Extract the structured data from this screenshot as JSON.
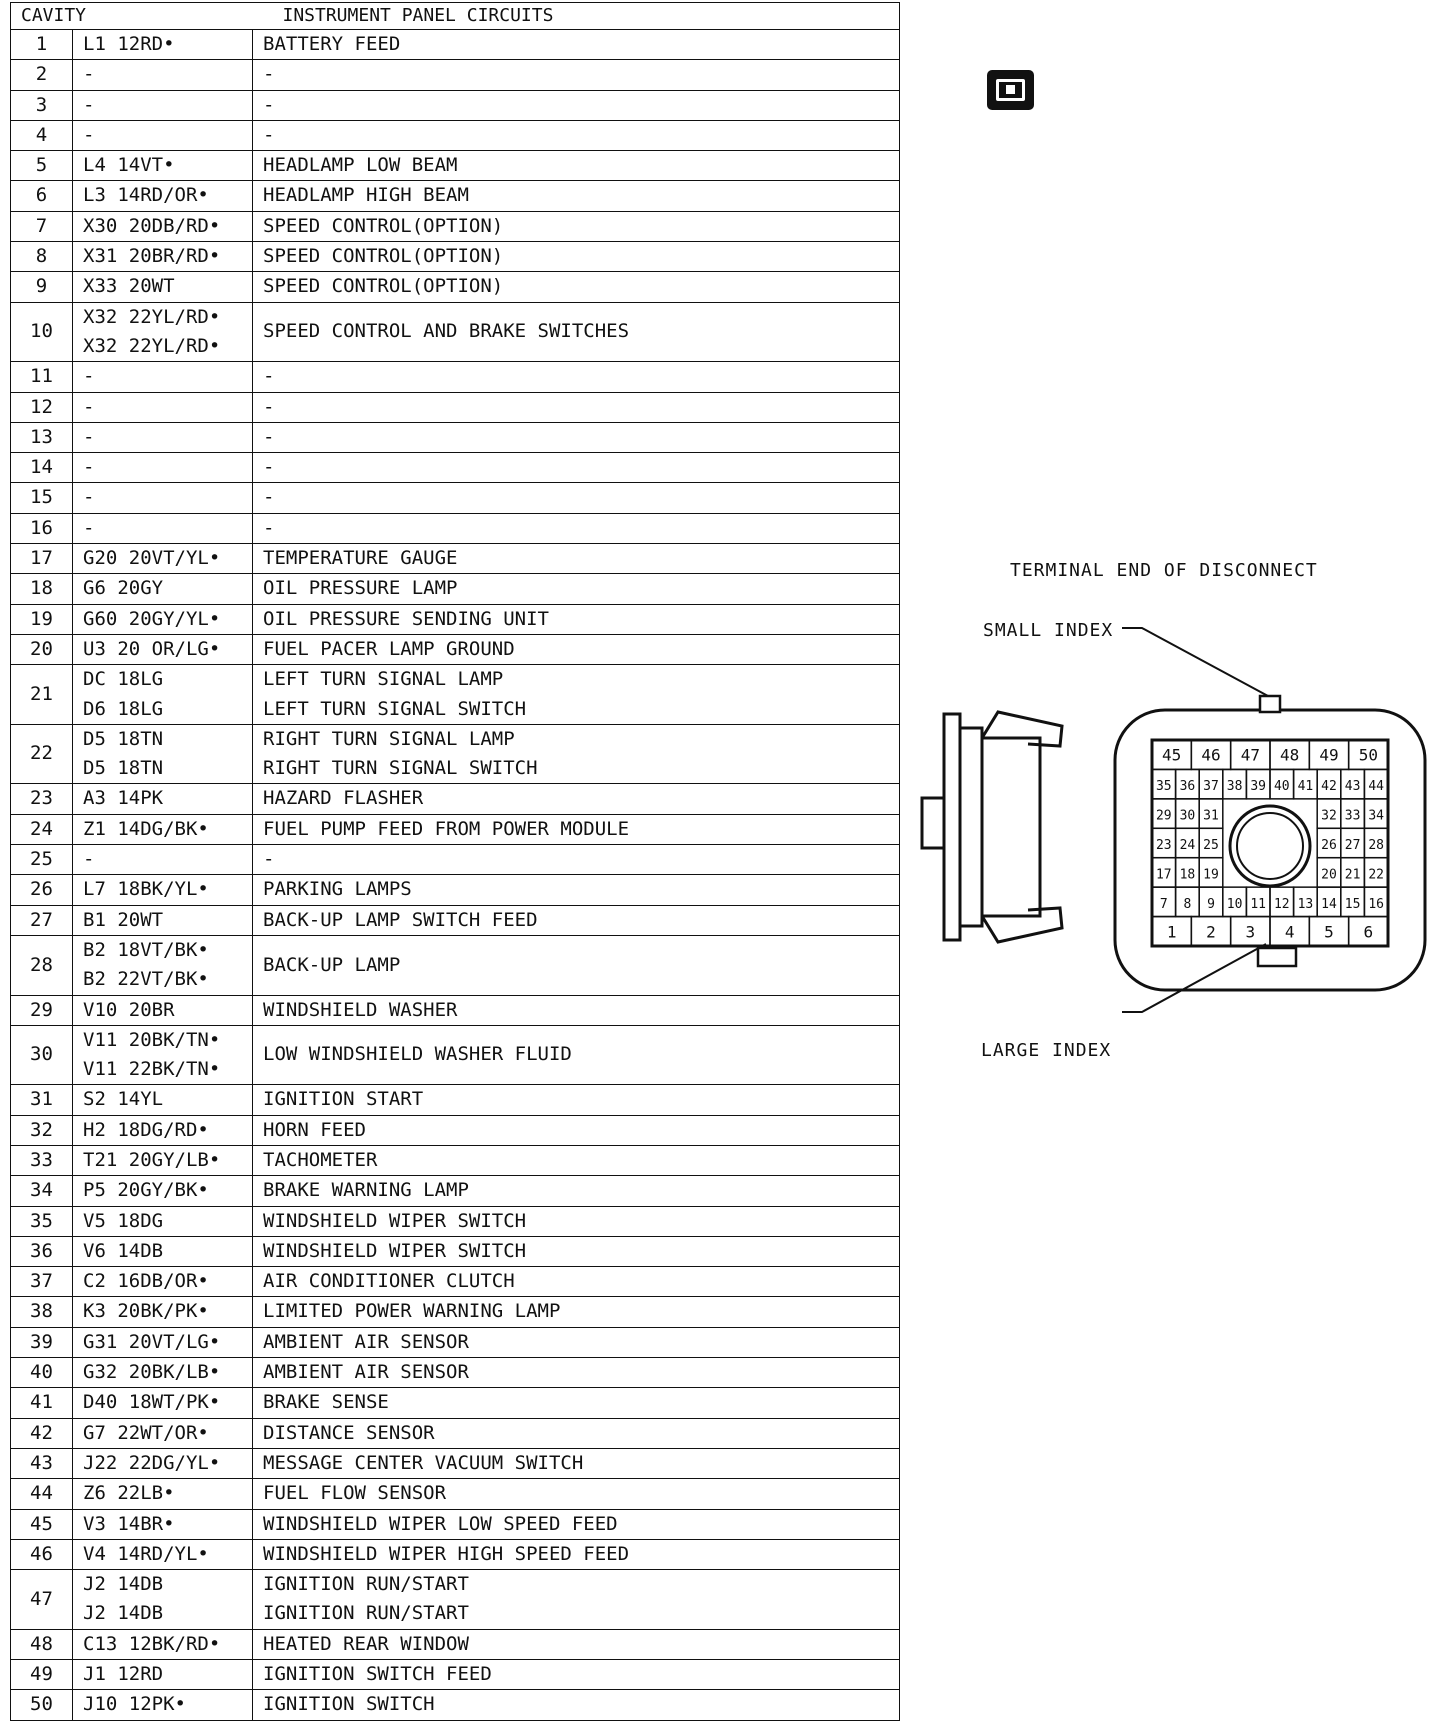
{
  "header": {
    "cavity": "CAVITY",
    "title": "INSTRUMENT PANEL CIRCUITS"
  },
  "rows": [
    {
      "cavity": "1",
      "wires": [
        "L1 12RD•"
      ],
      "functions": [
        "BATTERY FEED"
      ]
    },
    {
      "cavity": "2",
      "wires": [
        "-"
      ],
      "functions": [
        "-"
      ]
    },
    {
      "cavity": "3",
      "wires": [
        "-"
      ],
      "functions": [
        "-"
      ]
    },
    {
      "cavity": "4",
      "wires": [
        "-"
      ],
      "functions": [
        "-"
      ]
    },
    {
      "cavity": "5",
      "wires": [
        "L4 14VT•"
      ],
      "functions": [
        "HEADLAMP LOW BEAM"
      ]
    },
    {
      "cavity": "6",
      "wires": [
        "L3 14RD/OR•"
      ],
      "functions": [
        "HEADLAMP HIGH BEAM"
      ]
    },
    {
      "cavity": "7",
      "wires": [
        "X30 20DB/RD•"
      ],
      "functions": [
        "SPEED CONTROL(OPTION)"
      ]
    },
    {
      "cavity": "8",
      "wires": [
        "X31 20BR/RD•"
      ],
      "functions": [
        "SPEED CONTROL(OPTION)"
      ]
    },
    {
      "cavity": "9",
      "wires": [
        "X33 20WT"
      ],
      "functions": [
        "SPEED CONTROL(OPTION)"
      ]
    },
    {
      "cavity": "10",
      "wires": [
        "X32 22YL/RD•",
        "X32 22YL/RD•"
      ],
      "functions": [
        "SPEED CONTROL AND BRAKE SWITCHES"
      ]
    },
    {
      "cavity": "11",
      "wires": [
        "-"
      ],
      "functions": [
        "-"
      ]
    },
    {
      "cavity": "12",
      "wires": [
        "-"
      ],
      "functions": [
        "-"
      ]
    },
    {
      "cavity": "13",
      "wires": [
        "-"
      ],
      "functions": [
        "-"
      ]
    },
    {
      "cavity": "14",
      "wires": [
        "-"
      ],
      "functions": [
        "-"
      ]
    },
    {
      "cavity": "15",
      "wires": [
        "-"
      ],
      "functions": [
        "-"
      ]
    },
    {
      "cavity": "16",
      "wires": [
        "-"
      ],
      "functions": [
        "-"
      ]
    },
    {
      "cavity": "17",
      "wires": [
        "G20 20VT/YL•"
      ],
      "functions": [
        "TEMPERATURE GAUGE"
      ]
    },
    {
      "cavity": "18",
      "wires": [
        "G6 20GY"
      ],
      "functions": [
        "OIL PRESSURE LAMP"
      ]
    },
    {
      "cavity": "19",
      "wires": [
        "G60 20GY/YL•"
      ],
      "functions": [
        "OIL PRESSURE SENDING UNIT"
      ]
    },
    {
      "cavity": "20",
      "wires": [
        "U3 20 OR/LG•"
      ],
      "functions": [
        "FUEL PACER LAMP GROUND"
      ]
    },
    {
      "cavity": "21",
      "wires": [
        "DC 18LG",
        "D6 18LG"
      ],
      "functions": [
        "LEFT TURN SIGNAL LAMP",
        "LEFT TURN SIGNAL SWITCH"
      ]
    },
    {
      "cavity": "22",
      "wires": [
        "D5 18TN",
        "D5 18TN"
      ],
      "functions": [
        "RIGHT TURN SIGNAL LAMP",
        "RIGHT TURN SIGNAL SWITCH"
      ]
    },
    {
      "cavity": "23",
      "wires": [
        "A3 14PK"
      ],
      "functions": [
        "HAZARD FLASHER"
      ]
    },
    {
      "cavity": "24",
      "wires": [
        "Z1 14DG/BK•"
      ],
      "functions": [
        "FUEL PUMP FEED FROM POWER MODULE"
      ]
    },
    {
      "cavity": "25",
      "wires": [
        "-"
      ],
      "functions": [
        "-"
      ]
    },
    {
      "cavity": "26",
      "wires": [
        "L7 18BK/YL•"
      ],
      "functions": [
        "PARKING LAMPS"
      ]
    },
    {
      "cavity": "27",
      "wires": [
        "B1 20WT"
      ],
      "functions": [
        "BACK-UP LAMP SWITCH FEED"
      ]
    },
    {
      "cavity": "28",
      "wires": [
        "B2 18VT/BK•",
        "B2 22VT/BK•"
      ],
      "functions": [
        "BACK-UP LAMP"
      ]
    },
    {
      "cavity": "29",
      "wires": [
        "V10 20BR"
      ],
      "functions": [
        "WINDSHIELD WASHER"
      ]
    },
    {
      "cavity": "30",
      "wires": [
        "V11 20BK/TN•",
        "V11 22BK/TN•"
      ],
      "functions": [
        "LOW WINDSHIELD WASHER FLUID"
      ]
    },
    {
      "cavity": "31",
      "wires": [
        "S2 14YL"
      ],
      "functions": [
        "IGNITION START"
      ]
    },
    {
      "cavity": "32",
      "wires": [
        "H2 18DG/RD•"
      ],
      "functions": [
        "HORN FEED"
      ]
    },
    {
      "cavity": "33",
      "wires": [
        "T21 20GY/LB•"
      ],
      "functions": [
        "TACHOMETER"
      ]
    },
    {
      "cavity": "34",
      "wires": [
        "P5 20GY/BK•"
      ],
      "functions": [
        "BRAKE WARNING LAMP"
      ]
    },
    {
      "cavity": "35",
      "wires": [
        "V5 18DG"
      ],
      "functions": [
        "WINDSHIELD WIPER SWITCH"
      ]
    },
    {
      "cavity": "36",
      "wires": [
        "V6 14DB"
      ],
      "functions": [
        "WINDSHIELD WIPER SWITCH"
      ]
    },
    {
      "cavity": "37",
      "wires": [
        "C2 16DB/OR•"
      ],
      "functions": [
        "AIR CONDITIONER CLUTCH"
      ]
    },
    {
      "cavity": "38",
      "wires": [
        "K3 20BK/PK•"
      ],
      "functions": [
        "LIMITED POWER WARNING LAMP"
      ]
    },
    {
      "cavity": "39",
      "wires": [
        "G31 20VT/LG•"
      ],
      "functions": [
        "AMBIENT AIR SENSOR"
      ]
    },
    {
      "cavity": "40",
      "wires": [
        "G32 20BK/LB•"
      ],
      "functions": [
        "AMBIENT AIR SENSOR"
      ]
    },
    {
      "cavity": "41",
      "wires": [
        "D40 18WT/PK•"
      ],
      "functions": [
        "BRAKE SENSE"
      ]
    },
    {
      "cavity": "42",
      "wires": [
        "G7 22WT/OR•"
      ],
      "functions": [
        "DISTANCE SENSOR"
      ]
    },
    {
      "cavity": "43",
      "wires": [
        "J22 22DG/YL•"
      ],
      "functions": [
        "MESSAGE CENTER VACUUM SWITCH"
      ]
    },
    {
      "cavity": "44",
      "wires": [
        "Z6 22LB•"
      ],
      "functions": [
        "FUEL FLOW SENSOR"
      ]
    },
    {
      "cavity": "45",
      "wires": [
        "V3 14BR•"
      ],
      "functions": [
        "WINDSHIELD WIPER LOW SPEED FEED"
      ]
    },
    {
      "cavity": "46",
      "wires": [
        "V4 14RD/YL•"
      ],
      "functions": [
        "WINDSHIELD WIPER HIGH SPEED FEED"
      ]
    },
    {
      "cavity": "47",
      "wires": [
        "J2 14DB",
        "J2 14DB"
      ],
      "functions": [
        "IGNITION RUN/START",
        "IGNITION RUN/START"
      ]
    },
    {
      "cavity": "48",
      "wires": [
        "C13 12BK/RD•"
      ],
      "functions": [
        "HEATED REAR WINDOW"
      ]
    },
    {
      "cavity": "49",
      "wires": [
        "J1 12RD"
      ],
      "functions": [
        "IGNITION SWITCH FEED"
      ]
    },
    {
      "cavity": "50",
      "wires": [
        "J10 12PK•"
      ],
      "functions": [
        "IGNITION SWITCH"
      ]
    }
  ],
  "diagram": {
    "title": "TERMINAL END OF DISCONNECT",
    "small_index": "SMALL INDEX",
    "large_index": "LARGE INDEX",
    "grid_rows": [
      [
        "45",
        "46",
        "47",
        "48",
        "49",
        "50"
      ],
      [
        "35",
        "36",
        "37",
        "38",
        "39",
        "40",
        "41",
        "42",
        "43",
        "44"
      ],
      [
        "29",
        "30",
        "31",
        "32",
        "33",
        "34"
      ],
      [
        "23",
        "24",
        "25",
        "26",
        "27",
        "28"
      ],
      [
        "17",
        "18",
        "19",
        "20",
        "21",
        "22"
      ],
      [
        "7",
        "8",
        "9",
        "10",
        "11",
        "12",
        "13",
        "14",
        "15",
        "16"
      ],
      [
        "1",
        "2",
        "3",
        "4",
        "5",
        "6"
      ]
    ]
  }
}
